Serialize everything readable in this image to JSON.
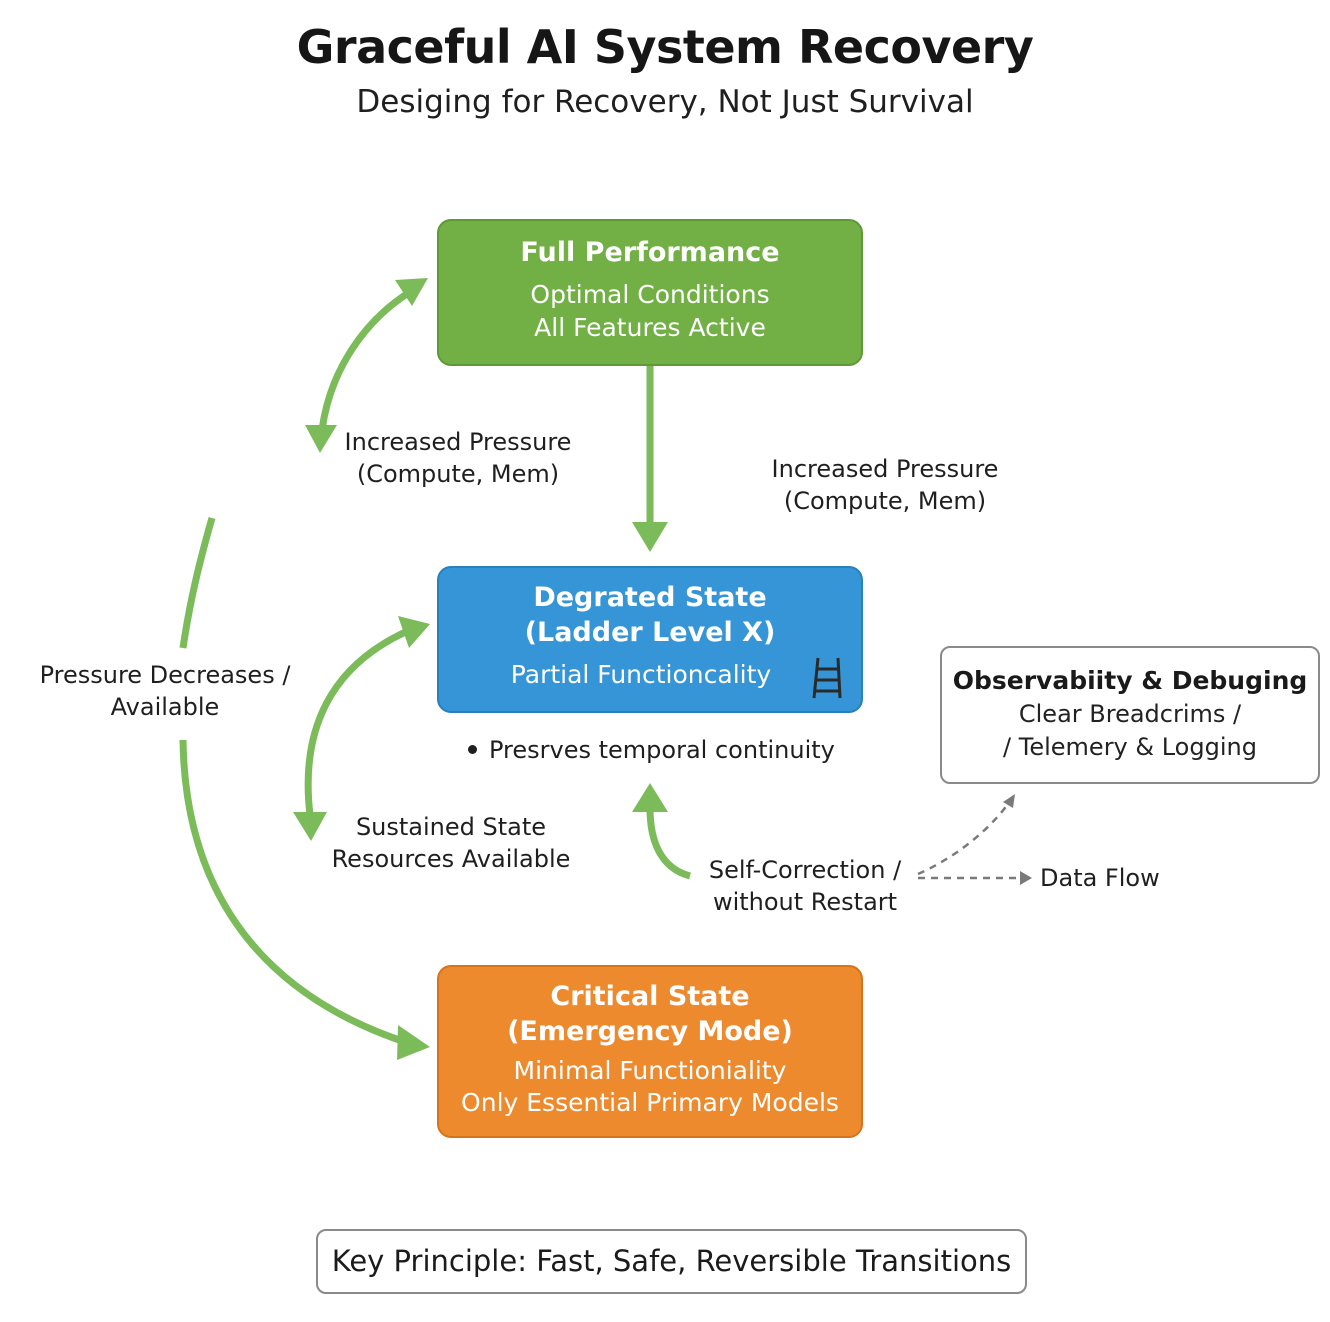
{
  "title": "Graceful AI System Recovery",
  "subtitle": "Desiging for Recovery, Not Just Survival",
  "states": {
    "full": {
      "title": "Full Performance",
      "line1": "Optimal Conditions",
      "line2": "All Features Active",
      "color": "#72b046"
    },
    "degraded": {
      "title1": "Degrated State",
      "title2": "(Ladder Level X)",
      "line1": "Partial Functioncality",
      "icon": "ladder-icon",
      "color": "#3595d6"
    },
    "critical": {
      "title1": "Critical State",
      "title2": "(Emergency Mode)",
      "line1": "Minimal Functioniality",
      "line2": "Only Essential Primary Models",
      "color": "#ee8a2e"
    }
  },
  "observability": {
    "title": "Observabiity & Debuging",
    "line1": "Clear Breadcrims /",
    "line2": "/ Telemery & Logging"
  },
  "labels": {
    "increased_left_1": "Increased Pressure",
    "increased_left_2": "(Compute, Mem)",
    "increased_right_1": "Increased Pressure",
    "increased_right_2": "(Compute, Mem)",
    "pressure_dec_1": "Pressure Decreases /",
    "pressure_dec_2": "Available",
    "sustained_1": "Sustained State",
    "sustained_2": "Resources Available",
    "selfcorr_1": "Self-Correction /",
    "selfcorr_2": "without Restart",
    "data_flow": "Data Flow",
    "bullet": "Presrves temporal continuity"
  },
  "key_principle": "Key Principle: Fast, Safe, Reversible Transitions",
  "colors": {
    "arrow_green": "#7cbb5a",
    "dashed_gray": "#7a7a7a"
  }
}
